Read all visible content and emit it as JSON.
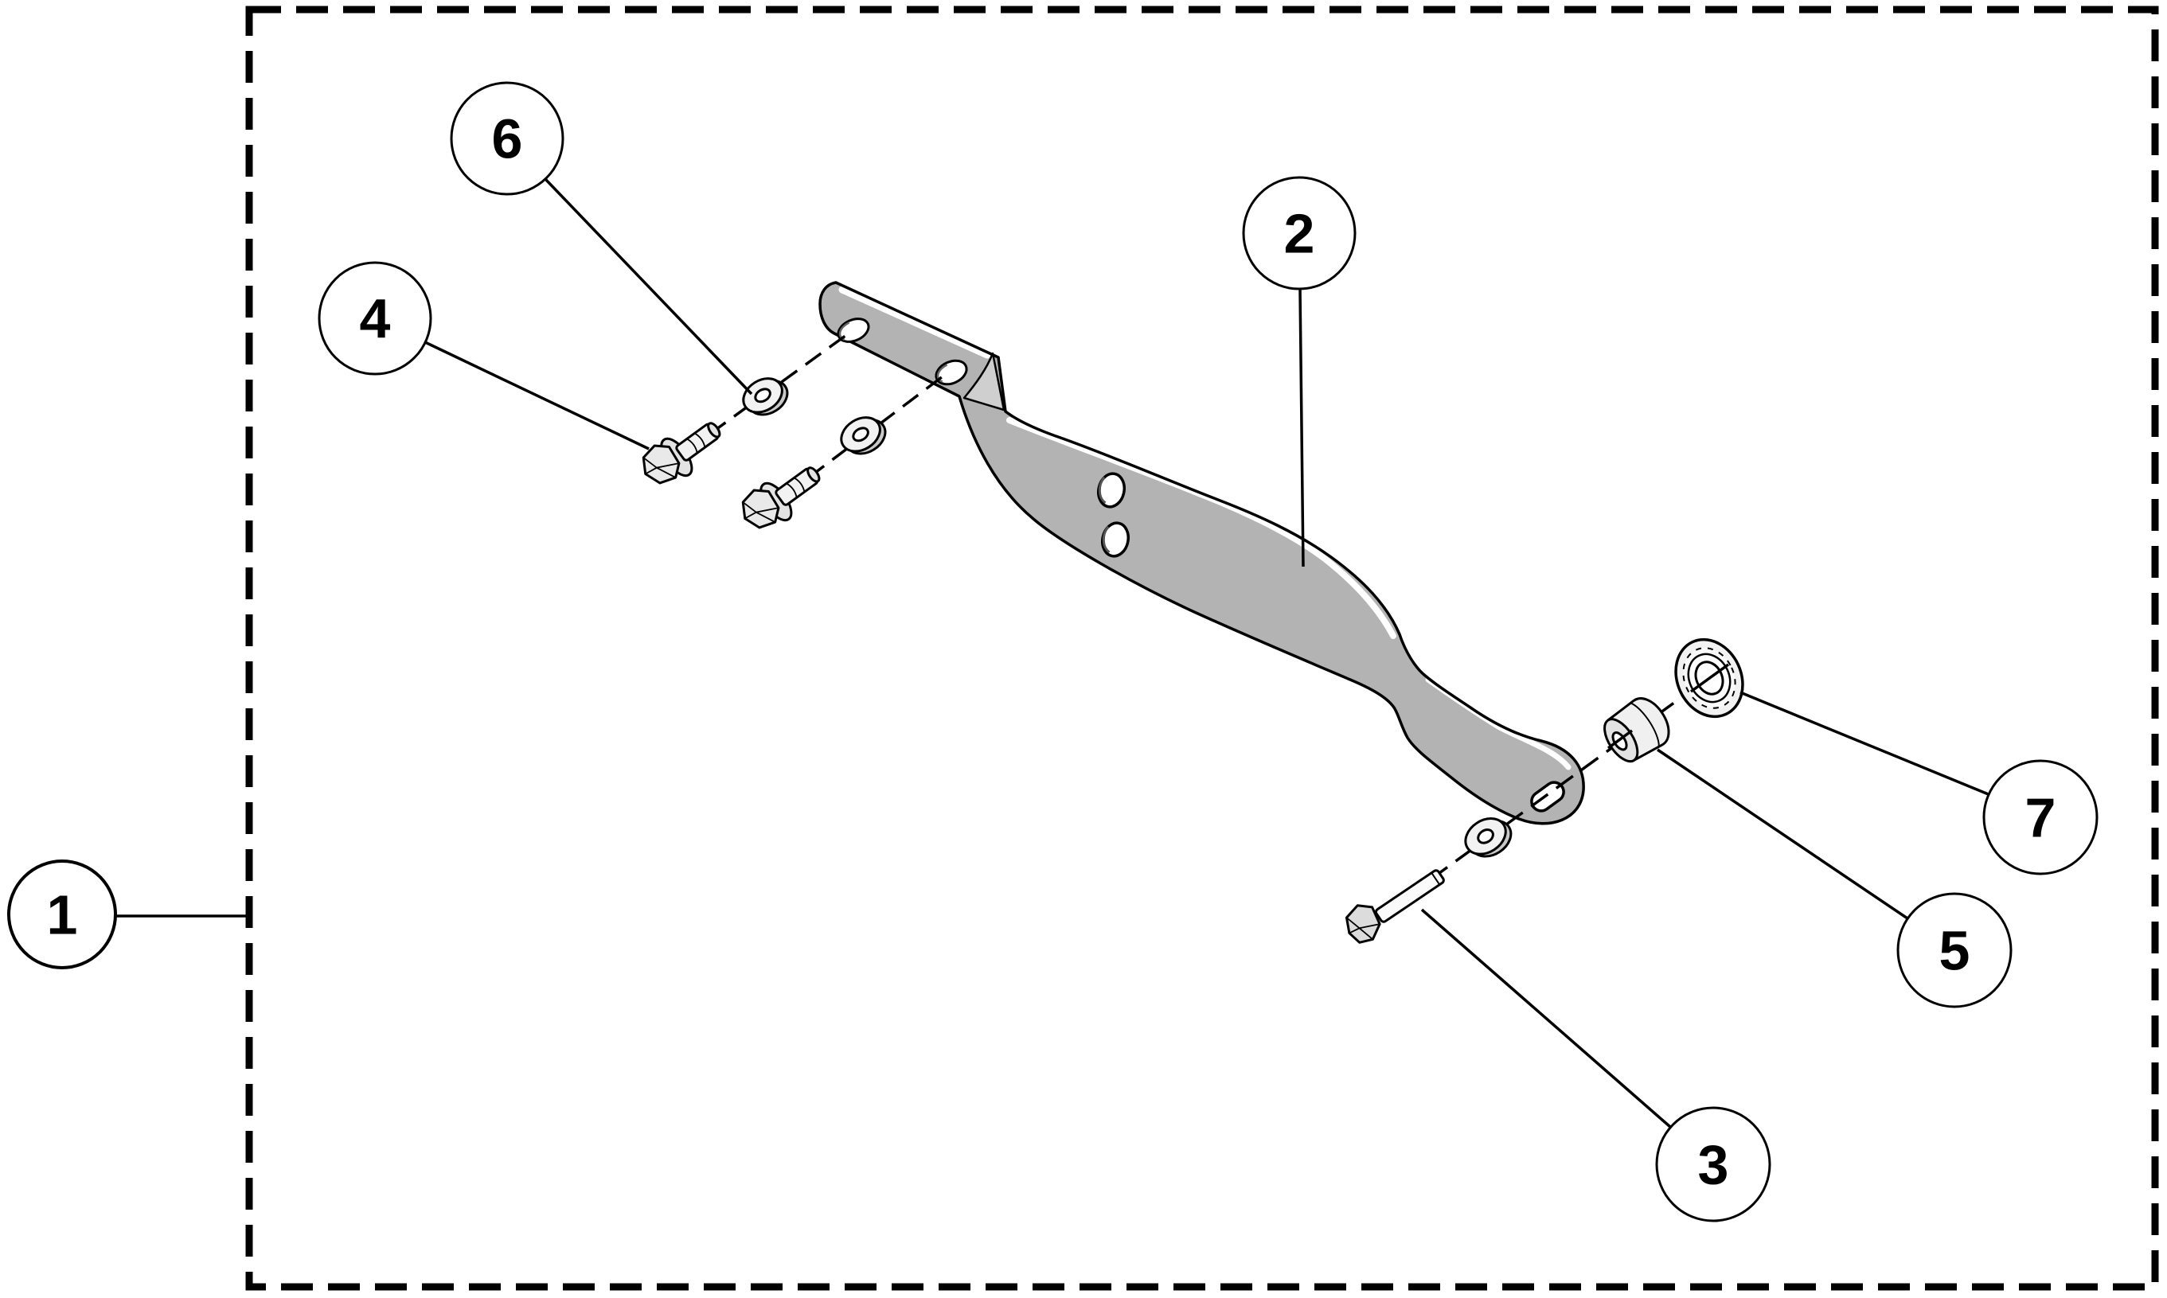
{
  "colors": {
    "background": "#ffffff",
    "line": "#000000",
    "bracket_fill": "#b3b3b3",
    "bracket_fold_fill": "#cfcfcf",
    "hardware_light": "#f2f2f2",
    "hardware_mid": "#e3e3e3",
    "washer_edge": "#c9c9c9"
  },
  "balloons": {
    "b1": {
      "number": "1"
    },
    "b2": {
      "number": "2"
    },
    "b3": {
      "number": "3"
    },
    "b4": {
      "number": "4"
    },
    "b5": {
      "number": "5"
    },
    "b6": {
      "number": "6"
    },
    "b7": {
      "number": "7"
    }
  }
}
